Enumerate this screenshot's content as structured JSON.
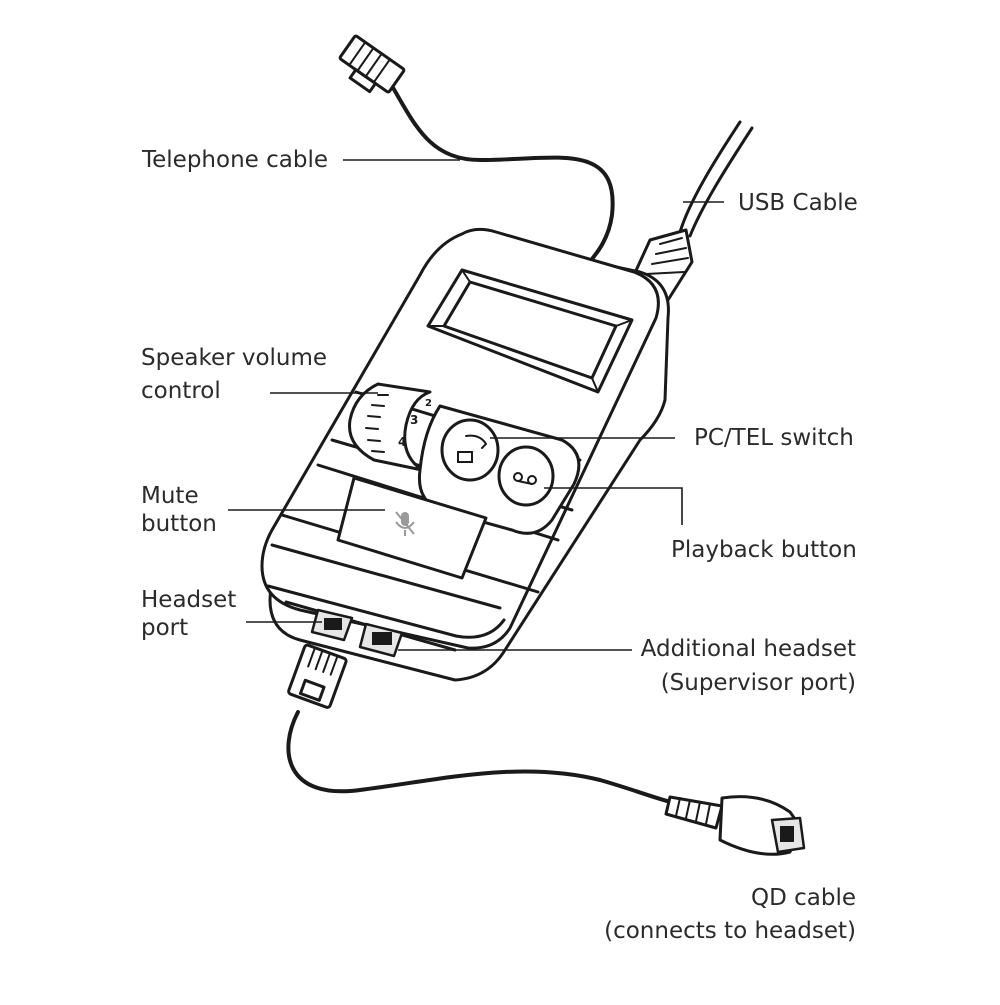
{
  "labels": {
    "telephone_cable": "Telephone cable",
    "usb_cable": "USB Cable",
    "speaker_volume_line1": "Speaker volume",
    "speaker_volume_line2": "control",
    "pc_tel_switch": "PC/TEL switch",
    "mute_line1": "Mute",
    "mute_line2": "button",
    "playback_button": "Playback button",
    "headset_port_line1": "Headset",
    "headset_port_line2": "port",
    "additional_headset_line1": "Additional headset",
    "additional_headset_line2": "(Supervisor port)",
    "qd_cable_line1": "QD cable",
    "qd_cable_line2": "(connects to headset)"
  },
  "dial_numbers": [
    "2",
    "3",
    "4"
  ],
  "colors": {
    "ink": "#1a1a1a",
    "label_text": "#2b2b2b",
    "background": "#ffffff"
  }
}
